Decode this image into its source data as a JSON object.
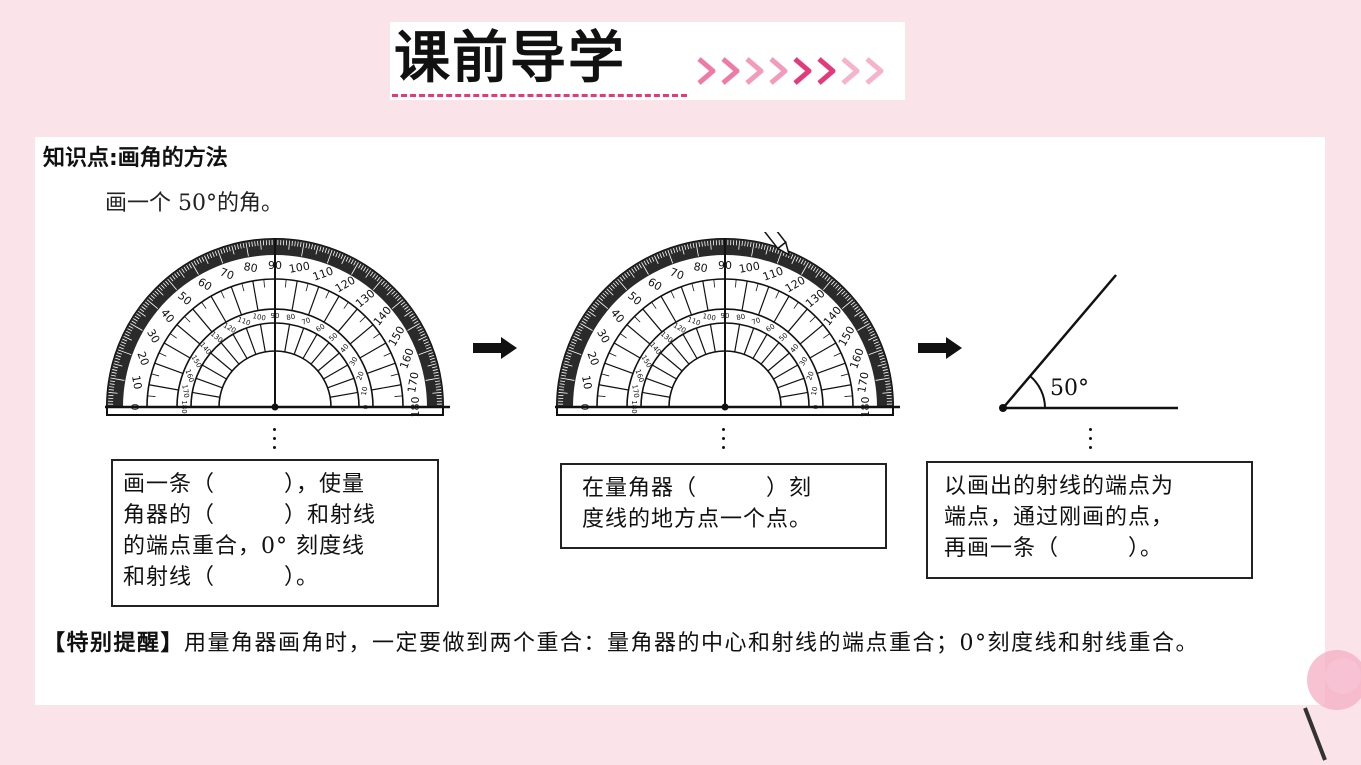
{
  "banner": {
    "title": "课前导学"
  },
  "knowledge": {
    "title": "知识点:画角的方法"
  },
  "task": {
    "text": "画一个 50°的角。"
  },
  "protractor": {
    "outer_labels": [
      "0",
      "10",
      "20",
      "30",
      "40",
      "50",
      "60",
      "70",
      "80",
      "90",
      "100",
      "110",
      "120",
      "130",
      "140",
      "150",
      "160",
      "170",
      "180"
    ],
    "inner_labels": [
      "180",
      "170",
      "160",
      "150",
      "140",
      "130",
      "120",
      "110",
      "100",
      "90",
      "80",
      "70",
      "60",
      "50",
      "40",
      "30",
      "20",
      "10",
      "0"
    ]
  },
  "figure": {
    "angle_label": "50°"
  },
  "steps": [
    {
      "lines": [
        "画一条（　　　），使量",
        "角器的（　　　）和射线",
        "的端点重合，0° 刻度线",
        "和射线（　　　）。"
      ]
    },
    {
      "lines": [
        "在量角器（　　　）刻",
        "度线的地方点一个点。"
      ]
    },
    {
      "lines": [
        "以画出的射线的端点为",
        "端点，通过刚画的点，",
        "再画一条（　　　）。"
      ]
    }
  ],
  "tip": {
    "label": "【特别提醒】",
    "text": "用量角器画角时，一定要做到两个重合：量角器的中心和射线的端点重合；0°刻度线和射线重合。"
  },
  "colors": {
    "background": "#fbe3ea",
    "accent": "#e4397a"
  }
}
